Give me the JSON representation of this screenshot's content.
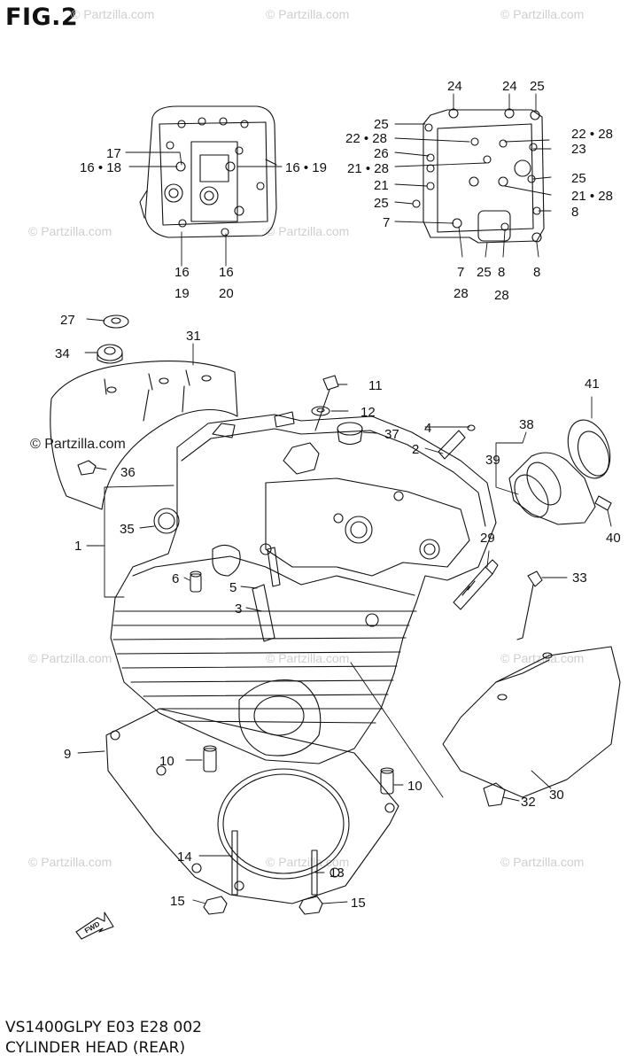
{
  "figure_title": "FIG.2",
  "footer": {
    "model_code": "VS1400GLPY E03 E28 002",
    "caption": "CYLINDER HEAD (REAR)"
  },
  "watermark_text": "© Partzilla.com",
  "fwd_label": "FWD",
  "callouts": {
    "c1": "1",
    "c2": "2",
    "c3": "3",
    "c4": "4",
    "c5": "5",
    "c6": "6",
    "c7a": "7",
    "c7b": "7",
    "c8a": "8",
    "c8b": "8",
    "c8c": "8",
    "c9": "9",
    "c10a": "10",
    "c10b": "10",
    "c11": "11",
    "c12": "12",
    "c13": "13",
    "c14": "14",
    "c15a": "15",
    "c15b": "15",
    "c16a": "16",
    "c16b": "16",
    "c16_18": "16 • 18",
    "c16_19": "16 • 19",
    "c17": "17",
    "c19": "19",
    "c20": "20",
    "c21": "21",
    "c21_28a": "21 • 28",
    "c21_28b": "21 • 28",
    "c22_28a": "22 • 28",
    "c22_28b": "22 • 28",
    "c23": "23",
    "c24a": "24",
    "c24b": "24",
    "c25a": "25",
    "c25b": "25",
    "c25c": "25",
    "c25d": "25",
    "c25e": "25",
    "c26": "26",
    "c27": "27",
    "c28a": "28",
    "c28b": "28",
    "c29": "29",
    "c30": "30",
    "c31": "31",
    "c32": "32",
    "c33": "33",
    "c34": "34",
    "c35": "35",
    "c36": "36",
    "c37": "37",
    "c38": "38",
    "c39": "39",
    "c40": "40",
    "c41": "41"
  }
}
